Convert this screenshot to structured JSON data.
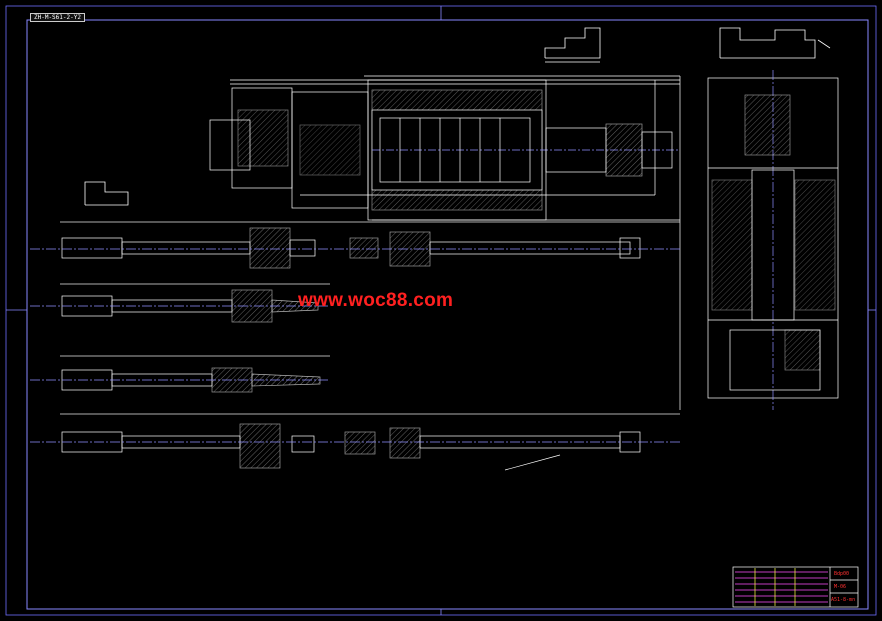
{
  "drawing": {
    "sheet_code": "ZH-M-S61-2-Y2",
    "watermark": "www.woc88.com",
    "title_block": {
      "line1": "Bdp00",
      "line2": "M-06",
      "line3": "A51-8-mn"
    }
  },
  "colors": {
    "background": "#000000",
    "frame": "#6f6fff",
    "geometry": "#ffffff",
    "dimension": "#e8e8e8",
    "centerline": "#9090ff",
    "watermark": "#ff2020",
    "titleblock_red": "#ff3030",
    "titleblock_magenta": "#ff50ff",
    "titleblock_yellow": "#ffff40",
    "hatch": "#d0d0d0"
  }
}
